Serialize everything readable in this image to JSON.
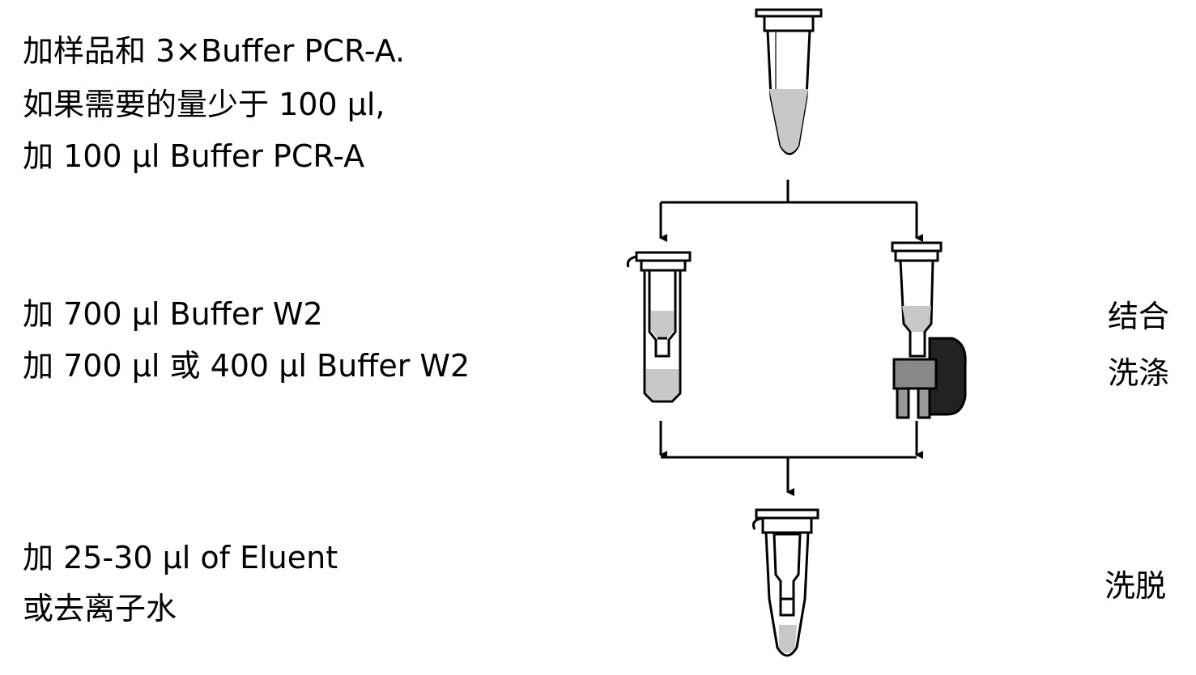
{
  "left_steps": {
    "step1": [
      "加样品和 3×Buffer PCR-A.",
      "如果需要的量少于 100 μl,",
      "加 100 μl Buffer PCR-A"
    ],
    "step2": [
      "加 700 μl Buffer W2",
      "加 700 μl 或 400 μl Buffer W2"
    ],
    "step3": [
      "加 25-30 μl of Eluent",
      "或去离子水"
    ]
  },
  "right_labels": {
    "bind": "结合",
    "wash": "洗涤",
    "elute": "洗脱"
  },
  "colors": {
    "line": "#000000",
    "liquid": "#c8c8c8",
    "tube_fill": "#ffffff",
    "manifold": "#222222"
  }
}
